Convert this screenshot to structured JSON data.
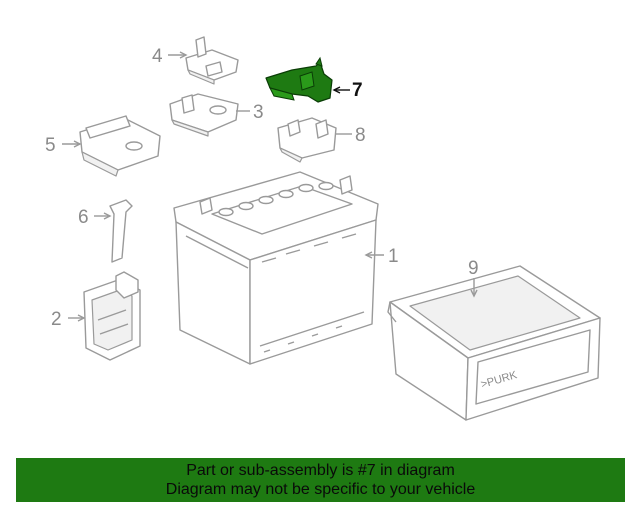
{
  "callouts": {
    "c1": "1",
    "c2": "2",
    "c3": "3",
    "c4": "4",
    "c5": "5",
    "c6": "6",
    "c7": "7",
    "c8": "8",
    "c9": "9"
  },
  "tray_brand": ">PURK",
  "highlight_color": "#1e7a12",
  "banner": {
    "line1": "Part or sub-assembly is #7 in diagram",
    "line2": "Diagram may not be specific to your vehicle"
  }
}
